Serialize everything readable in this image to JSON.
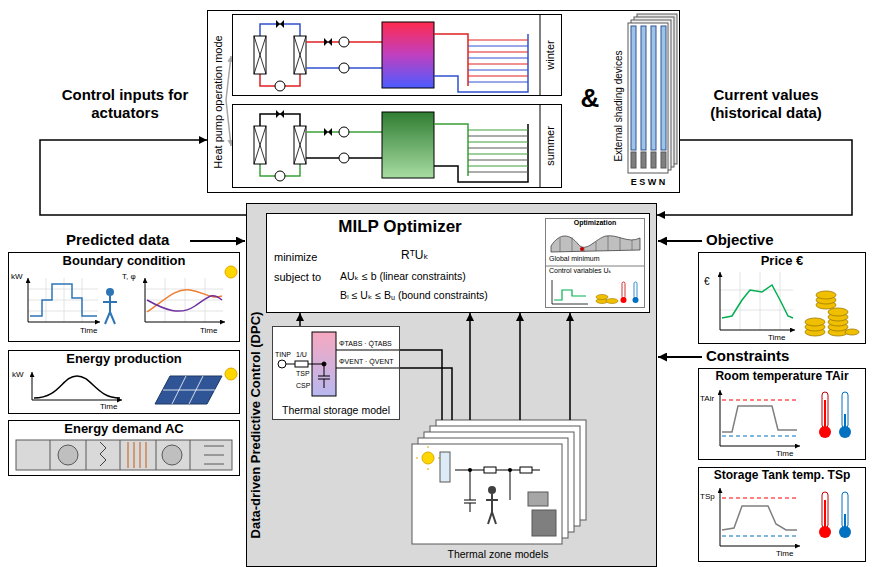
{
  "diagram": {
    "nodes": [
      {
        "text": [
          "Heat pump operation mode",
          "&",
          "External shading devices"
        ]
      },
      {
        "text": [
          "winter"
        ],
        "in": 0
      },
      {
        "text": [
          "summer"
        ],
        "in": 0
      },
      {
        "text": [
          "Data-driven Predictive Control (DPC)"
        ]
      },
      {
        "text": [
          "MILP Optimizer",
          "minimize",
          "subject to",
          "RᵀUₖ",
          "AUₖ ≤ b (linear constraints)",
          "Bₗ ≤ Uₖ ≤ Bᵤ (bound constraints)"
        ],
        "in": 3
      },
      {
        "text": [
          "Optimization",
          "Global minimum",
          "Control variables Uₖ"
        ],
        "in": 4
      },
      {
        "text": [
          "Thermal storage model"
        ],
        "in": 3
      },
      {
        "text": [
          "Thermal zone models"
        ],
        "in": 3
      },
      {
        "text": [
          "Boundary condition"
        ]
      },
      {
        "text": [
          "Energy production"
        ]
      },
      {
        "text": [
          "Energy demand AC"
        ]
      },
      {
        "text": [
          "Price €"
        ]
      },
      {
        "text": [
          "Room temperature TAir"
        ]
      },
      {
        "text": [
          "Storage Tank temp. TSp"
        ]
      }
    ],
    "edges": [
      {
        "from": 3,
        "to": 0,
        "arrow": "to",
        "label": "Control inputs for actuators"
      },
      {
        "from": 0,
        "to": 3,
        "arrow": "to",
        "label": "Current values (historical data)"
      },
      {
        "from": 6,
        "to": 4,
        "arrow": "to"
      },
      {
        "from": 7,
        "to": 4,
        "arrow": "to"
      },
      {
        "from": 7,
        "to": 4,
        "arrow": "to"
      },
      {
        "from": 7,
        "to": 4,
        "arrow": "to"
      },
      {
        "from": 6,
        "to": 7,
        "arrow": "none"
      },
      {
        "from": 6,
        "to": 7,
        "arrow": "none"
      }
    ],
    "labels": [
      "Predicted data",
      "Objective",
      "Constraints",
      "kW",
      "Time",
      "T, φ",
      "Time",
      "kW",
      "Time",
      "€",
      "Time",
      "TAir",
      "Time",
      "TSp",
      "Time",
      "E S W N",
      "TINP",
      "1/U",
      "TSP",
      "CSP",
      "ΦTABS · Q̇TABS",
      "ΦVENT · Q̇VENT"
    ]
  }
}
